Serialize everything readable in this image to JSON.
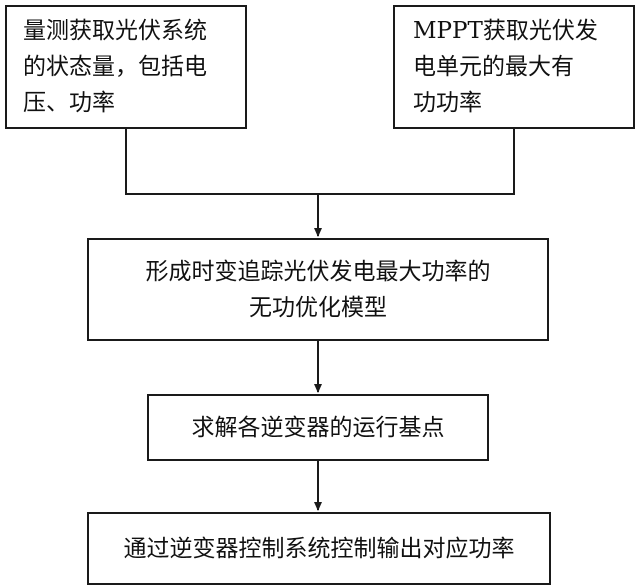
{
  "flowchart": {
    "measure_box": {
      "lines": [
        "量测获取光伏系统",
        "的状态量，包括电",
        "压、功率"
      ]
    },
    "mppt_box": {
      "lines": [
        "MPPT获取光伏发",
        "电单元的最大有",
        "功功率"
      ]
    },
    "model_box": {
      "lines": [
        "形成时变追踪光伏发电最大功率的",
        "无功优化模型"
      ]
    },
    "solve_box": {
      "lines": [
        "求解各逆变器的运行基点"
      ]
    },
    "control_box": {
      "lines": [
        "通过逆变器控制系统控制输出对应功率"
      ]
    }
  }
}
